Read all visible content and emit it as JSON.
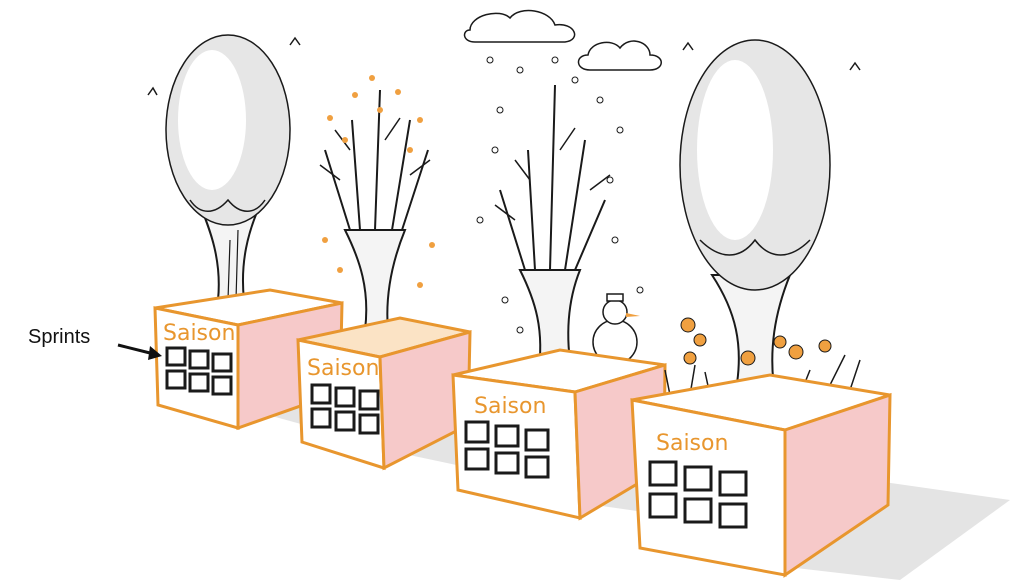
{
  "callout": {
    "label": "Sprints"
  },
  "boxes": [
    {
      "label": "Saison",
      "season": "summer",
      "sprint_count": 6
    },
    {
      "label": "Saison",
      "season": "autumn",
      "sprint_count": 6
    },
    {
      "label": "Saison",
      "season": "winter",
      "sprint_count": 6
    },
    {
      "label": "Saison",
      "season": "spring",
      "sprint_count": 6
    }
  ],
  "colors": {
    "box_front": "#ffffff",
    "box_side": "#f6c9c9",
    "box_outline": "#e8962e",
    "label_text": "#e8962e",
    "ink": "#1a1a1a",
    "foliage": "#e3e3e3",
    "accent_orange": "#f0a040"
  }
}
